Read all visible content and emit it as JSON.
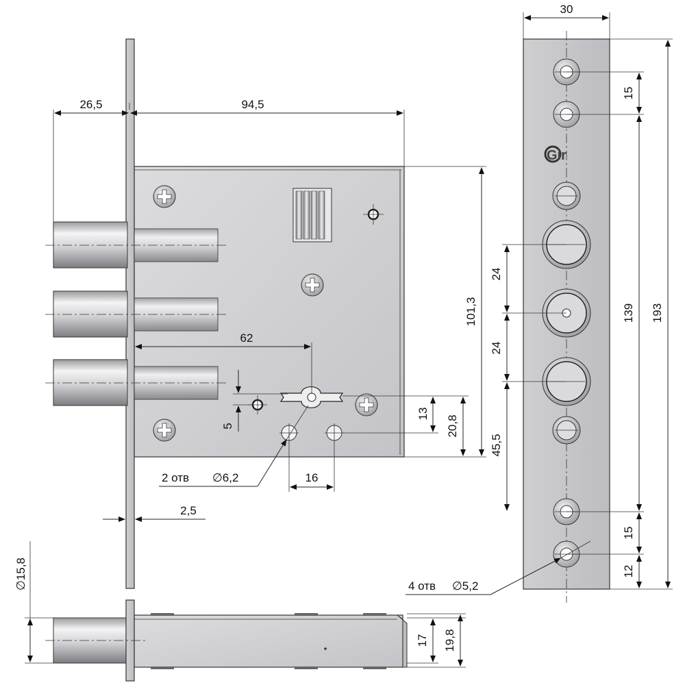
{
  "dimensions": {
    "bolt_projection": "26,5",
    "body_width": "94,5",
    "backset": "62",
    "body_height": "101,3",
    "faceplate_thickness": "2,5",
    "keyhole_offset": "5",
    "holes_label": "2 отв",
    "holes_diameter": "∅6,2",
    "holes_spacing": "16",
    "hole_height_13": "13",
    "hole_height_20_8": "20,8",
    "strike_width": "30",
    "strike_pitch_top": "15",
    "bolt_pitch_1": "24",
    "bolt_pitch_2": "24",
    "bolt_to_screw": "45,5",
    "screw_span": "139",
    "strike_length": "193",
    "strike_pitch_bottom": "15",
    "strike_end": "12",
    "strike_holes_label": "4 отв",
    "strike_holes_diameter": "∅5,2",
    "bolt_diameter": "∅15,8",
    "case_depth_17": "17",
    "case_depth_19_8": "19,8"
  },
  "logo": {
    "text": "Gir"
  },
  "colors": {
    "steel": "#c9c9cc",
    "steel_dark": "#8f8f94",
    "line": "#222222"
  }
}
